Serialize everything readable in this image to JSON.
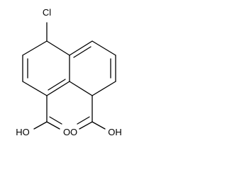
{
  "molecule": {
    "labels": {
      "chlorine": "Cl",
      "carboxyl_left_oh": "HO",
      "carboxyl_left_o": "O",
      "carboxyl_right_o": "O",
      "carboxyl_right_oh": "OH"
    },
    "colors": {
      "bond": "#000000",
      "text": "#000000",
      "background": "#ffffff"
    }
  }
}
